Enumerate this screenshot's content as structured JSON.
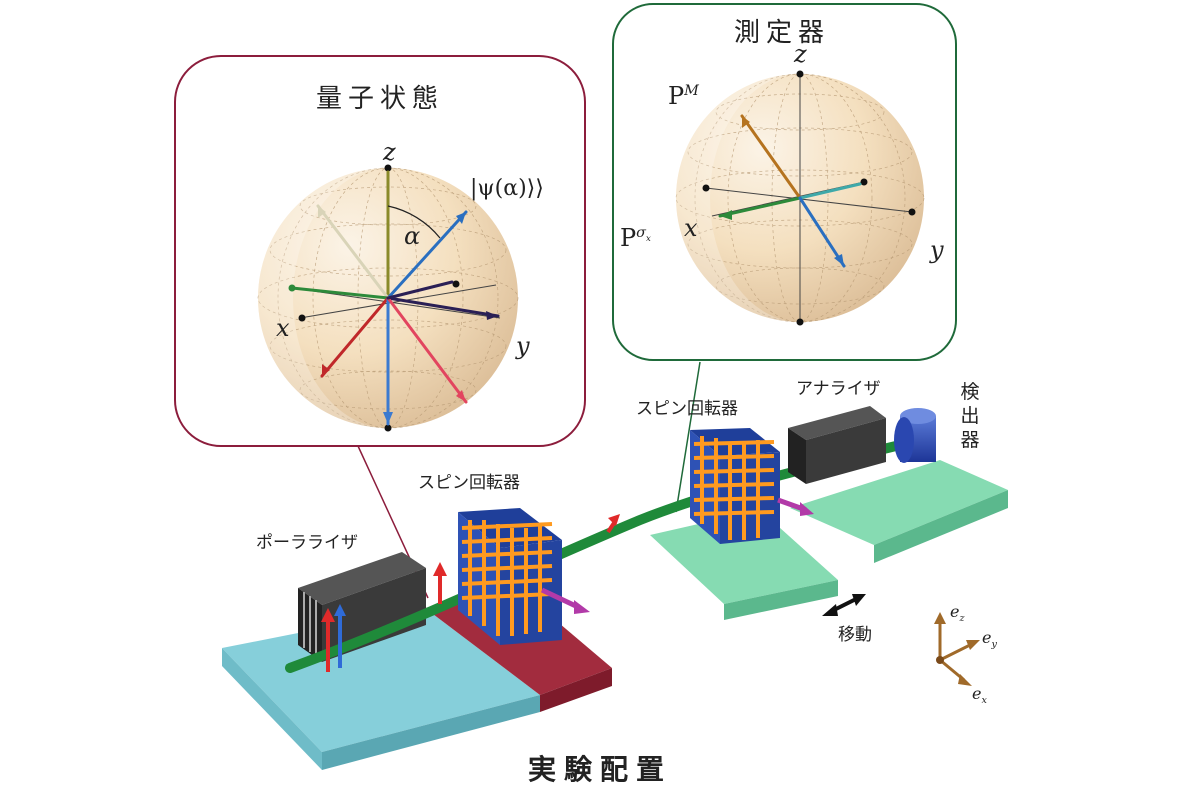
{
  "caption": "実験配置",
  "panels": {
    "quantum_state": {
      "title": "量子状態",
      "ket": "|ψ(α)⟩⟩",
      "angle": "α",
      "axes": {
        "x": "x",
        "y": "y",
        "z": "z"
      }
    },
    "measurement": {
      "title": "測定器",
      "pm_base": "P",
      "pm_sup": "M",
      "psx_base": "P",
      "psx_sup": "σ",
      "psx_sub": "x",
      "axes": {
        "x": "x",
        "y": "y",
        "z": "z"
      }
    }
  },
  "apparatus": {
    "polarizer": "ポーラライザ",
    "spin_rotator_1": "スピン回転器",
    "spin_rotator_2": "スピン回転器",
    "analyzer": "アナライザ",
    "detector": [
      "検",
      "出",
      "器"
    ],
    "move": "移動"
  },
  "basis": {
    "z": "e",
    "y": "e",
    "x": "e",
    "z_sub": "z",
    "y_sub": "y",
    "x_sub": "x"
  },
  "colors": {
    "left_frame": "#8c1d3c",
    "right_frame": "#1f6a3a",
    "beam": "#1f8a3a",
    "polarizer_plate": "#7ec9d6",
    "rotator_plate": "#9b2433",
    "stage_green": "#7ad3a6",
    "coil_orange": "#ff9a1f",
    "coil_blue": "#1f3f9a"
  }
}
